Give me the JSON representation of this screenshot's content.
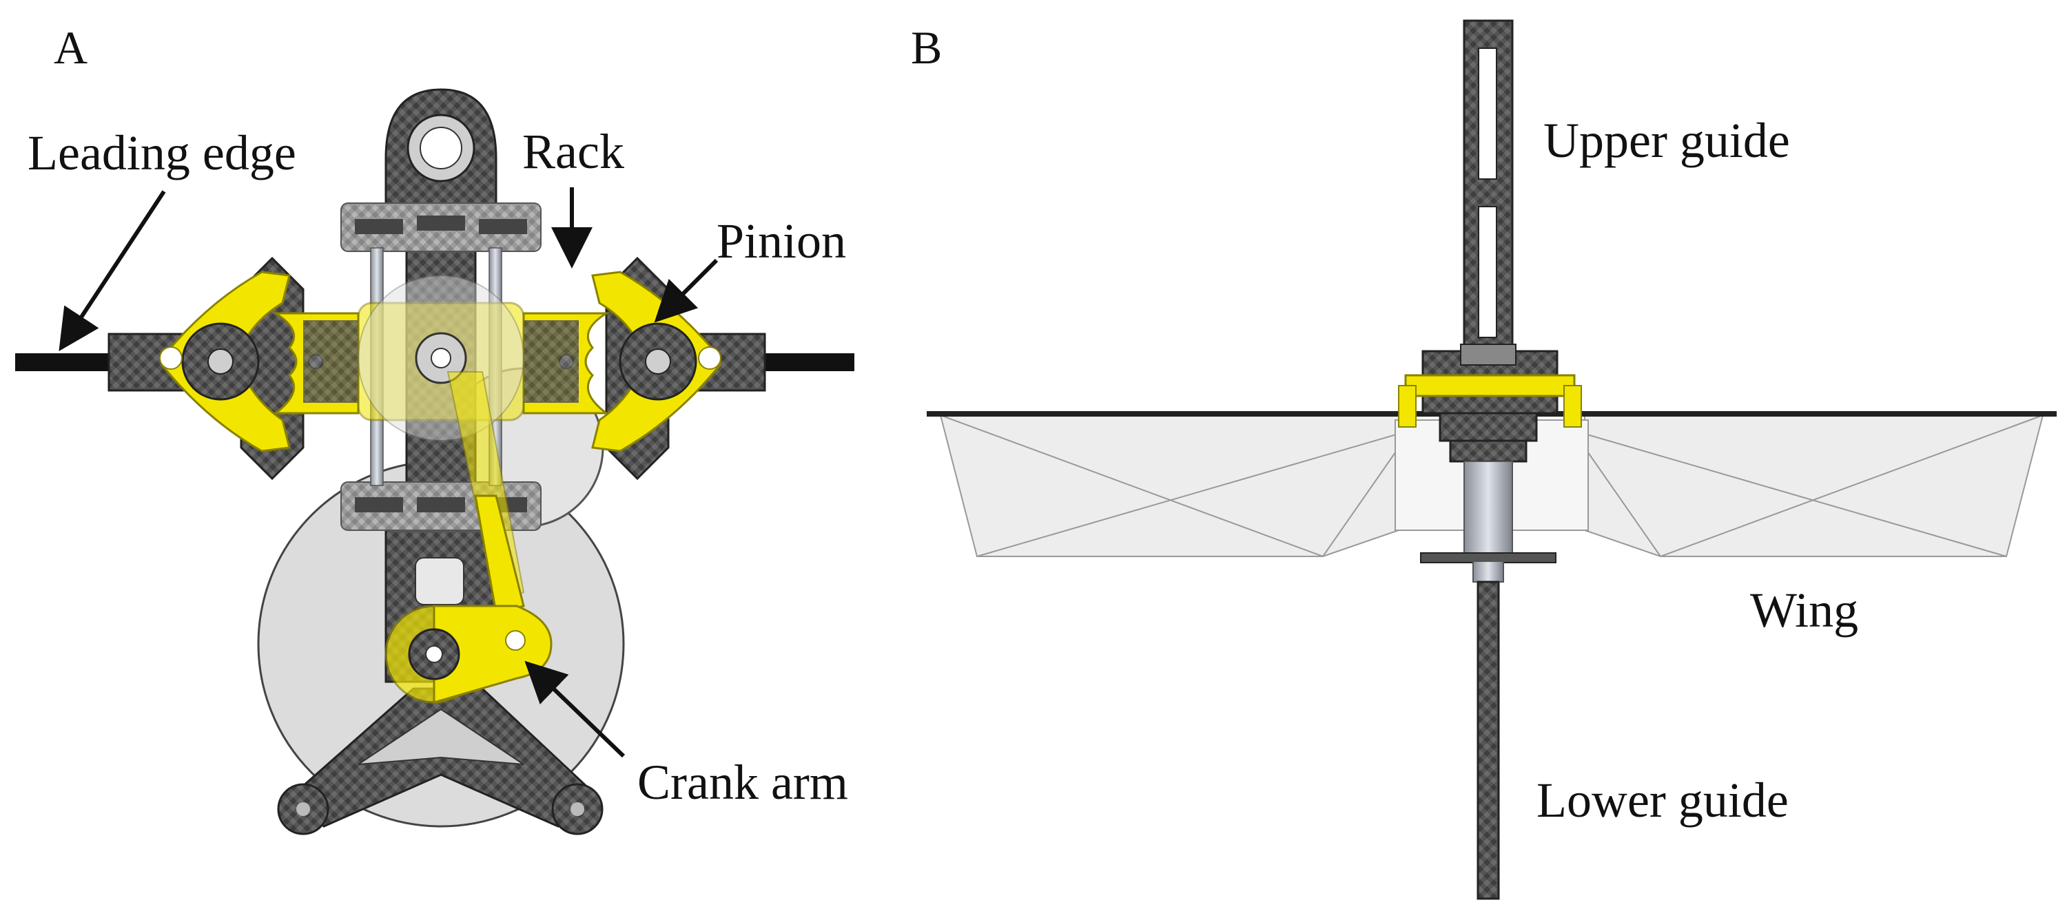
{
  "panels": {
    "a": {
      "letter": "A",
      "labels": {
        "leading_edge": "Leading edge",
        "rack": "Rack",
        "pinion": "Pinion",
        "crank_arm": "Crank arm"
      }
    },
    "b": {
      "letter": "B",
      "labels": {
        "upper_guide": "Upper guide",
        "wing": "Wing",
        "lower_guide": "Lower guide"
      }
    }
  },
  "colors": {
    "carbon_fiber": "#4a4a4a",
    "carbon_fiber_light": "#7a7a7a",
    "yellow_part": "#f2e600",
    "yellow_edge": "#8a8200",
    "disk_gray": "#dcdcdc",
    "membrane": "#ededed",
    "line": "#111111"
  },
  "icons": [
    "leader-arrow-icon"
  ]
}
